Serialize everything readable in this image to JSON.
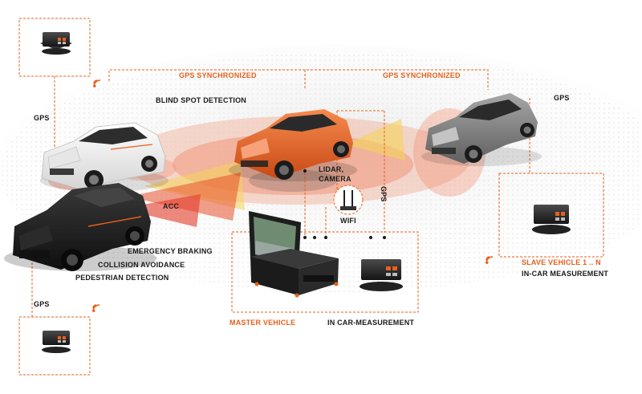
{
  "labels": {
    "gps_sync_left": "GPS SYNCHRONIZED",
    "gps_sync_right": "GPS SYNCHRONIZED",
    "blind_spot": "BLIND SPOT DETECTION",
    "gps_top_left": "GPS",
    "gps_top_right": "GPS",
    "gps_bottom_left": "GPS",
    "gps_vertical": "GPS",
    "acc": "ACC",
    "lidar_camera_1": "LIDAR,",
    "lidar_camera_2": "CAMERA",
    "wifi": "WIFI",
    "emergency_braking": "EMERGENCY BRAKING",
    "collision_avoidance": "COLLISION AVOIDANCE",
    "pedestrian_detection": "PEDESTRIAN DETECTION",
    "master_vehicle": "MASTER VEHICLE",
    "in_car_measurement": "IN CAR-MEASUREMENT",
    "slave_vehicle": "SLAVE VEHICLE 1 .. N",
    "slave_in_car": "IN-CAR MEASUREMENT"
  },
  "colors": {
    "accent": "#e8601c",
    "master_car": "#e8642a",
    "dark_car": "#1e1e1e",
    "white_car": "#f2f2f2",
    "grey_car": "#8a8a8a",
    "device": "#2a2a2a"
  },
  "icons": [
    "gps-device-icon",
    "wifi-signal-icon",
    "wifi-antenna-icon",
    "laptop-icon",
    "measurement-rack-icon"
  ]
}
